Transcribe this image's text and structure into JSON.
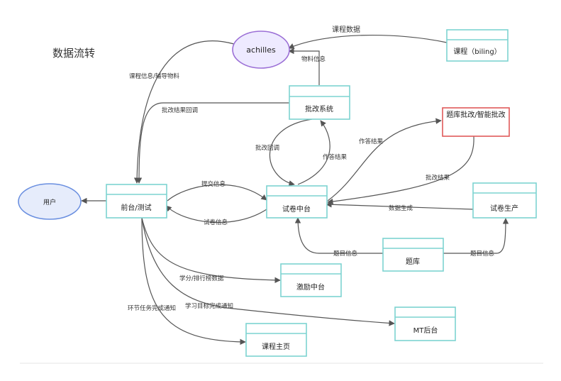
{
  "diagram": {
    "title": "数据流转",
    "nodes": {
      "achilles": "achilles",
      "course_billing": "课程（biling）",
      "grading_system": "批改系统",
      "smart_grading": "题库批改/智能批改",
      "user": "用户",
      "frontend": "前台/测试",
      "exam_center": "试卷中台",
      "exam_production": "试卷生产",
      "question_bank": "题库",
      "incentive_center": "激励中台",
      "mt_backend": "MT后台",
      "course_home": "课程主页"
    },
    "edges": {
      "course_data": "课程数据",
      "material_info": "物料信息",
      "course_info_aux": "课程信息/辅导物料",
      "grading_callback": "批改结果回调",
      "grading_return": "批改回调",
      "answer_result_1": "作答结果",
      "answer_result_2": "作答结果",
      "grading_result": "批改结果",
      "submit_info": "提交信息",
      "exam_info": "试卷信息",
      "data_generation": "数据生成",
      "question_info_1": "题目信息",
      "question_info_2": "题目信息",
      "score_ranking": "学分/排行榜数据",
      "stage_task_notice": "环节任务完成通知",
      "study_goal_notice": "学习目标完成通知"
    },
    "colors": {
      "box_border": "#7dd3d1",
      "box_fill": "#ffffff",
      "achilles_border": "#9b6fd6",
      "achilles_fill": "#eeeaff",
      "user_border": "#6a8fe0",
      "user_fill": "#e6ecfb",
      "smart_border": "#e05a5a",
      "edge": "#555555"
    },
    "footer_rule_color": "#e6e6e6"
  }
}
